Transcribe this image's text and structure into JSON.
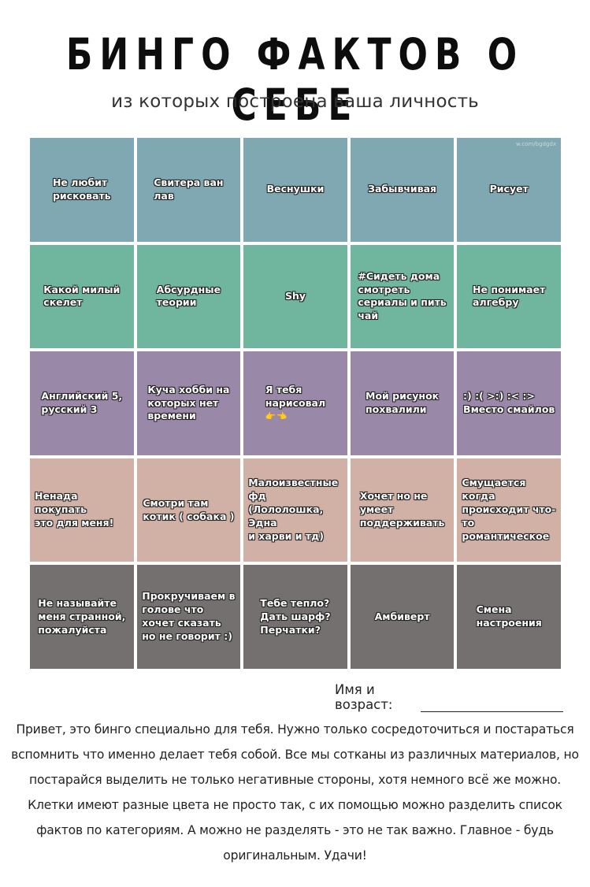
{
  "title": "БИНГО ФАКТОВ О СЕБЕ",
  "subtitle": "из которых построена ваша личность",
  "watermark": "w.com/bgdgdx",
  "rows": [
    [
      "Не любит\nрисковать",
      "Свитера ван\nлав",
      "Веснушки",
      "Забывчивая",
      "Рисует"
    ],
    [
      "Какой милый\nскелет",
      "Абсурдные\nтеории",
      "Shy",
      "#Сидеть дома\nсмотреть\nсериалы и пить\nчай",
      "Не понимает\nалгебру"
    ],
    [
      "Английский 5,\nрусский 3",
      "Куча хобби на\nкоторых нет\nвремени",
      "Я тебя\nнарисовал",
      "Мой рисунок\nпохвалили",
      ":) :( >:) :< :>\nВместо смайлов"
    ],
    [
      "Ненада покупать\nэто для меня!",
      "Смотри там\nкотик ( собака )",
      "Малоизвестные\nфд\n(Лололошка, Эдна\nи харви и тд)",
      "Хочет но не\nумеет\nподдерживать",
      "Смущается когда\nпроисходит что-\nто романтическое"
    ],
    [
      "Не называйте\nменя странной,\nпожалуйста",
      "Прокручиваем в\nголове что\nхочет сказать\nно не говорит :)",
      "Тебе тепло?\nДать шарф?\nПерчатки?",
      "Амбиверт",
      "Смена\nнастроения"
    ]
  ],
  "hands_emoji": "👉👈",
  "name_label": "Имя и возраст:",
  "description": "Привет, это бинго специально для тебя. Нужно только сосредоточиться и постараться вспомнить что именно делает тебя собой. Все мы сотканы из различных материалов, но постарайся выделить не только негативные стороны, хотя немного всё же можно. Клетки имеют разные цвета не просто так, с их помощью можно разделить список фактов по категориям. А можно не разделять - это не так важно. Главное - будь оригинальным. Удачи!",
  "colors": {
    "row_0": "#7fa8b2",
    "row_1": "#70b59e",
    "row_2": "#9988a8",
    "row_3": "#d1b1a6",
    "row_4": "#747070"
  }
}
